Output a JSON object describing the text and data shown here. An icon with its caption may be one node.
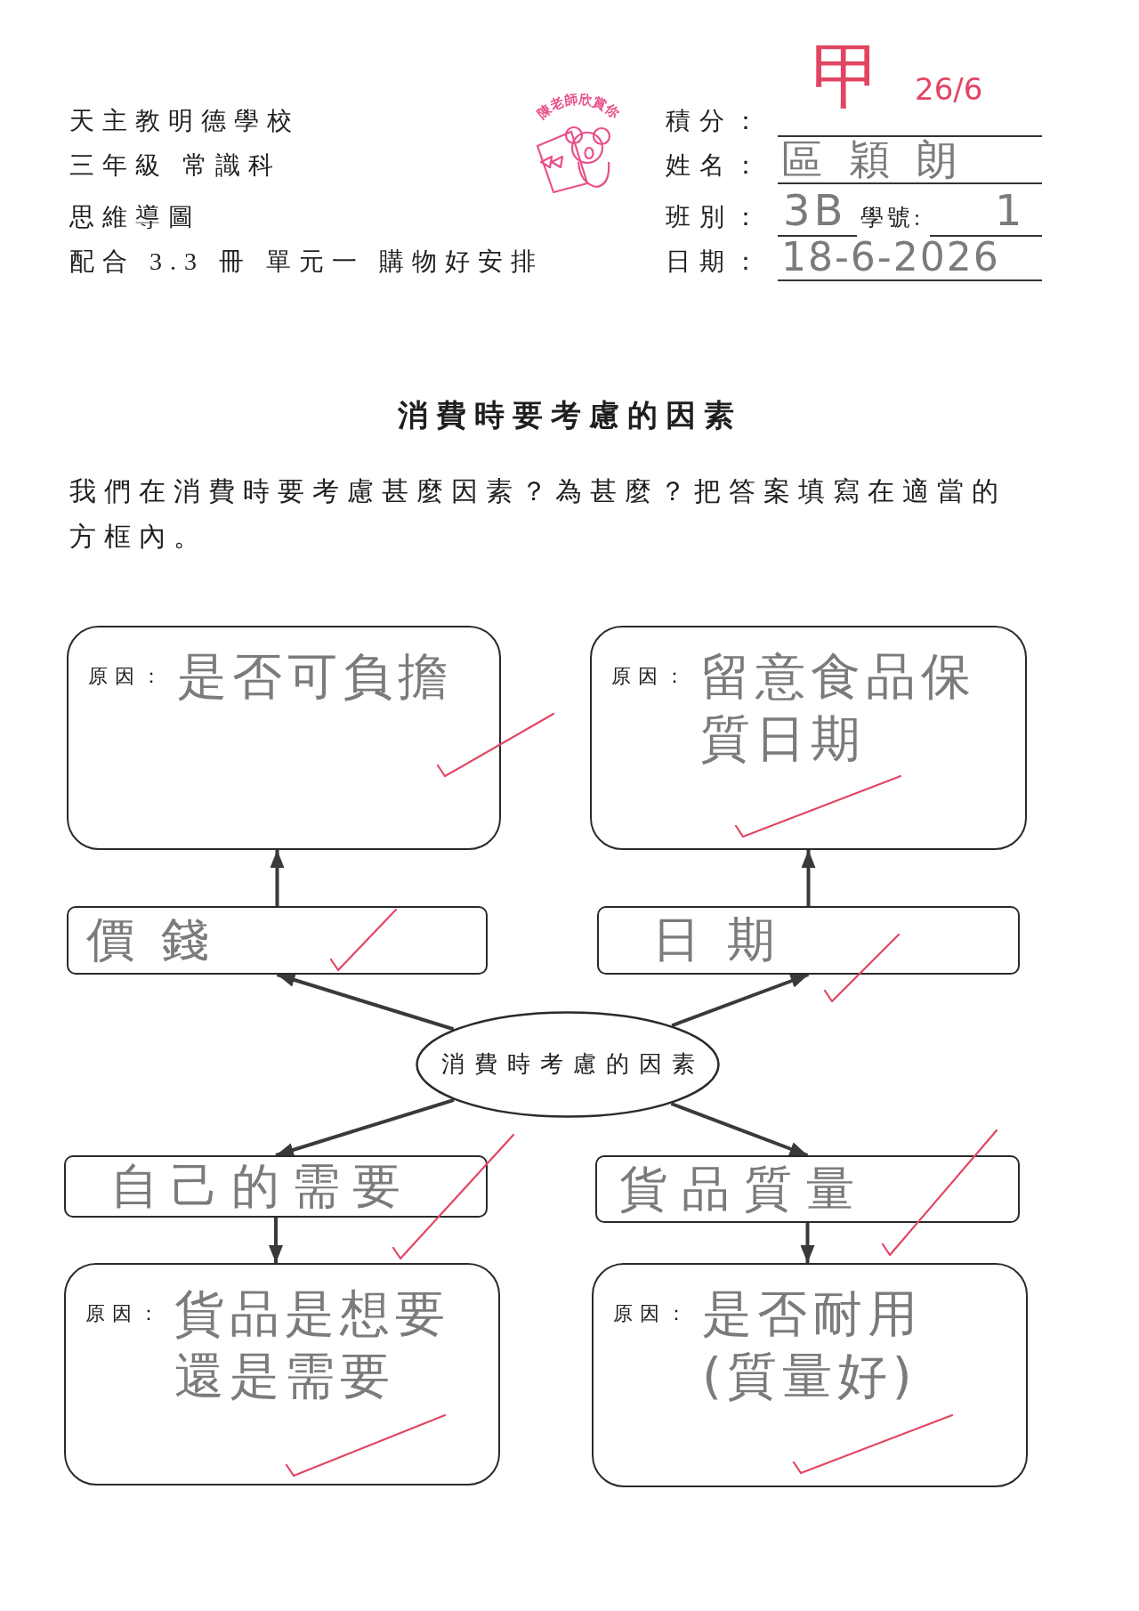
{
  "diagram": {
    "title": "消費時要考慮的因素",
    "nodes": [
      {
        "text": [
          "原因：",
          "是否可負擔"
        ]
      },
      {
        "text": [
          "原因：",
          "留意食品保質日期"
        ]
      },
      {
        "text": [
          "價錢"
        ]
      },
      {
        "text": [
          "日期"
        ]
      },
      {
        "text": [
          "消費時考慮的因素"
        ]
      },
      {
        "text": [
          "自己的需要"
        ]
      },
      {
        "text": [
          "貨品質量"
        ]
      },
      {
        "text": [
          "原因：",
          "貨品是想要還是需要"
        ]
      },
      {
        "text": [
          "原因：",
          "是否耐用(質量好)"
        ]
      }
    ],
    "edges": [
      {
        "from": 2,
        "to": 0,
        "arrow": "to"
      },
      {
        "from": 3,
        "to": 1,
        "arrow": "to"
      },
      {
        "from": 4,
        "to": 2,
        "arrow": "to"
      },
      {
        "from": 4,
        "to": 3,
        "arrow": "to"
      },
      {
        "from": 4,
        "to": 5,
        "arrow": "to"
      },
      {
        "from": 4,
        "to": 6,
        "arrow": "to"
      },
      {
        "from": 5,
        "to": 7,
        "arrow": "to"
      },
      {
        "from": 6,
        "to": 8,
        "arrow": "to"
      }
    ],
    "labels": [
      "甲",
      "26/6",
      "天主教明德學校",
      "陳老師欣賞你",
      "積分：",
      "三年級 常識科",
      "姓名：",
      "區穎朗",
      "思維導圖",
      "班別：",
      "3B",
      "學號:",
      "1",
      "配合 3.3 冊 單元一 購物好安排",
      "日期：",
      "18-6-2026",
      "我們在消費時要考慮甚麼因素？為甚麼？把答案填寫在適當的方框內。"
    ]
  }
}
